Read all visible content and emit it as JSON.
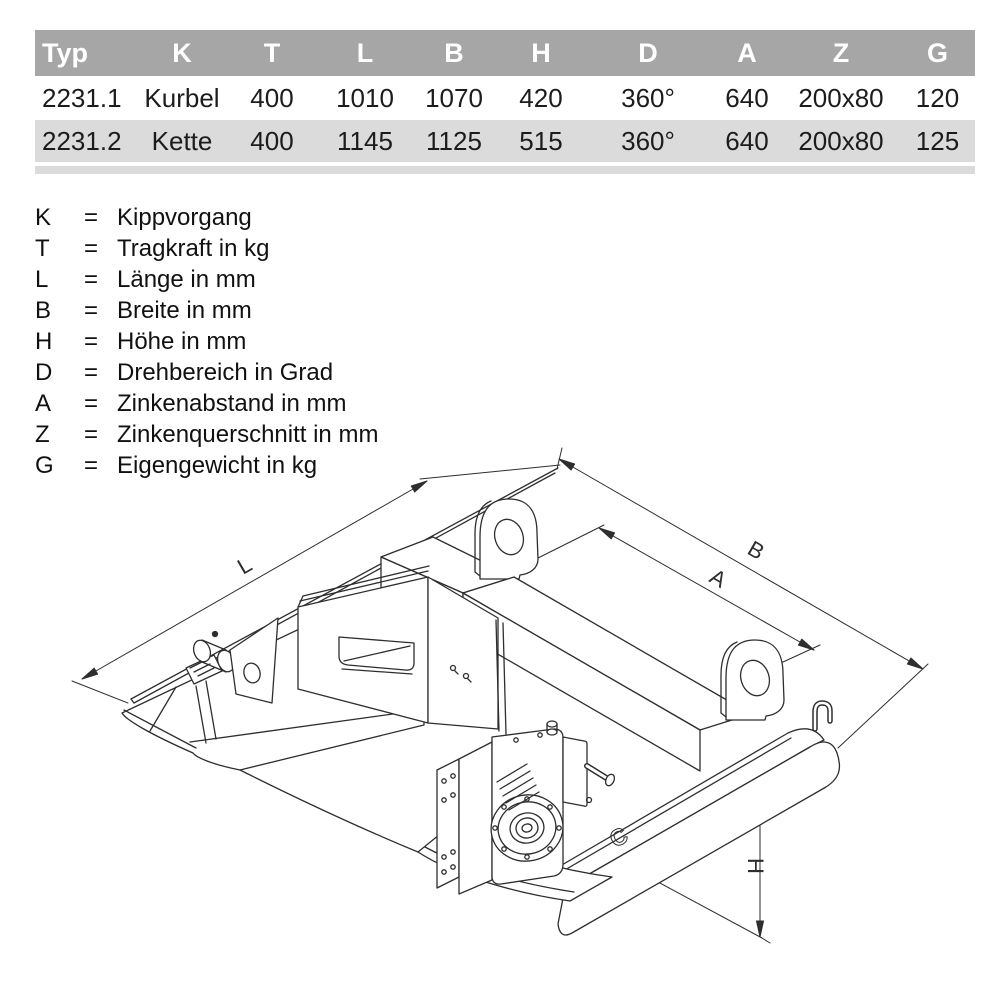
{
  "table": {
    "columns": [
      "Typ",
      "K",
      "T",
      "L",
      "B",
      "H",
      "D",
      "A",
      "Z",
      "G"
    ],
    "rows": [
      {
        "values": [
          "2231.1",
          "Kurbel",
          "400",
          "1010",
          "1070",
          "420",
          "360°",
          "640",
          "200x80",
          "120"
        ]
      },
      {
        "values": [
          "2231.2",
          "Kette",
          "400",
          "1145",
          "1125",
          "515",
          "360°",
          "640",
          "200x80",
          "125"
        ]
      }
    ],
    "header_bg": "#a6a6a6",
    "row_alt_bg": "#dbdbdb"
  },
  "legend": {
    "eq": "=",
    "items": [
      {
        "letter": "K",
        "text": "Kippvorgang"
      },
      {
        "letter": "T",
        "text": "Tragkraft in kg"
      },
      {
        "letter": "L",
        "text": "Länge in mm"
      },
      {
        "letter": "B",
        "text": "Breite in mm"
      },
      {
        "letter": "H",
        "text": "Höhe in mm"
      },
      {
        "letter": "D",
        "text": "Drehbereich in Grad"
      },
      {
        "letter": "A",
        "text": "Zinkenabstand in mm"
      },
      {
        "letter": "Z",
        "text": "Zinkenquerschnitt in mm"
      },
      {
        "letter": "G",
        "text": "Eigengewicht in kg"
      }
    ]
  },
  "drawing": {
    "dimension_labels": {
      "length": "L",
      "width_outer": "B",
      "tine_spacing": "A",
      "height": "H"
    },
    "logo_mark": "C"
  }
}
